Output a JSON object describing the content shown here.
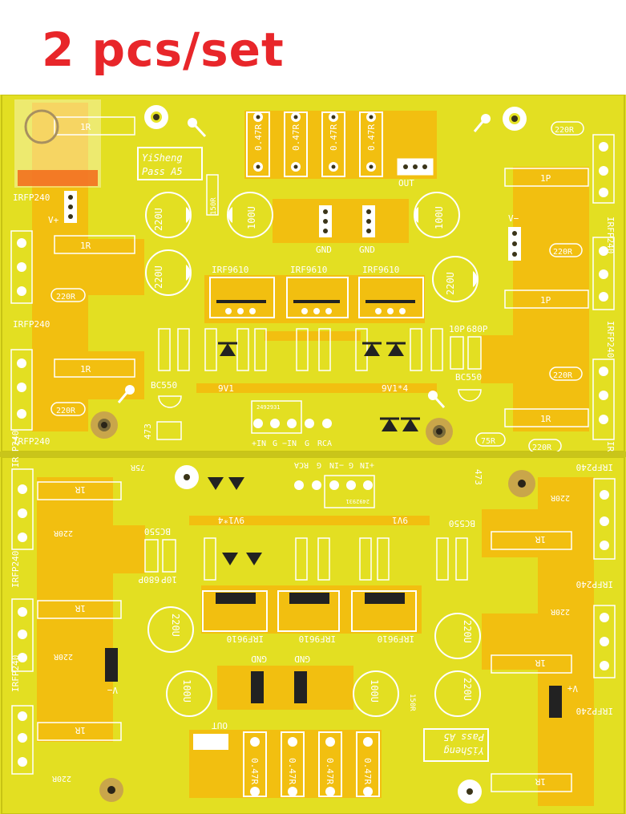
{
  "header": {
    "title": "2 pcs/set"
  },
  "colors": {
    "board": "#e6e326",
    "copper": "#f2bf10",
    "silk": "#ffffff",
    "pad": "#ffffff",
    "hole": "#3a3418",
    "caption": "#e8262a"
  },
  "board_top": {
    "brand": "YiSheng",
    "model": "Pass A5",
    "labels": {
      "out": "OUT",
      "gnd": "GND",
      "vplus": "V+",
      "vminus": "V−",
      "irf9610": "IRF9610",
      "irfp240": "IRFP240",
      "bc550": "BC550",
      "c10p": "10P",
      "c680p": "680P",
      "zener_a": "9V1",
      "zener_b": "9V1*4",
      "c473": "473",
      "r047": "0.47R",
      "cap220": "220U",
      "cap100": "100U",
      "r1r": "1R",
      "r1p": "1P",
      "r220r": "220R",
      "r75r": "75R",
      "r150r": "150R",
      "in_plus": "+IN",
      "g": "G",
      "in_minus": "−IN",
      "rca": "RCA",
      "code": "2492931"
    }
  }
}
